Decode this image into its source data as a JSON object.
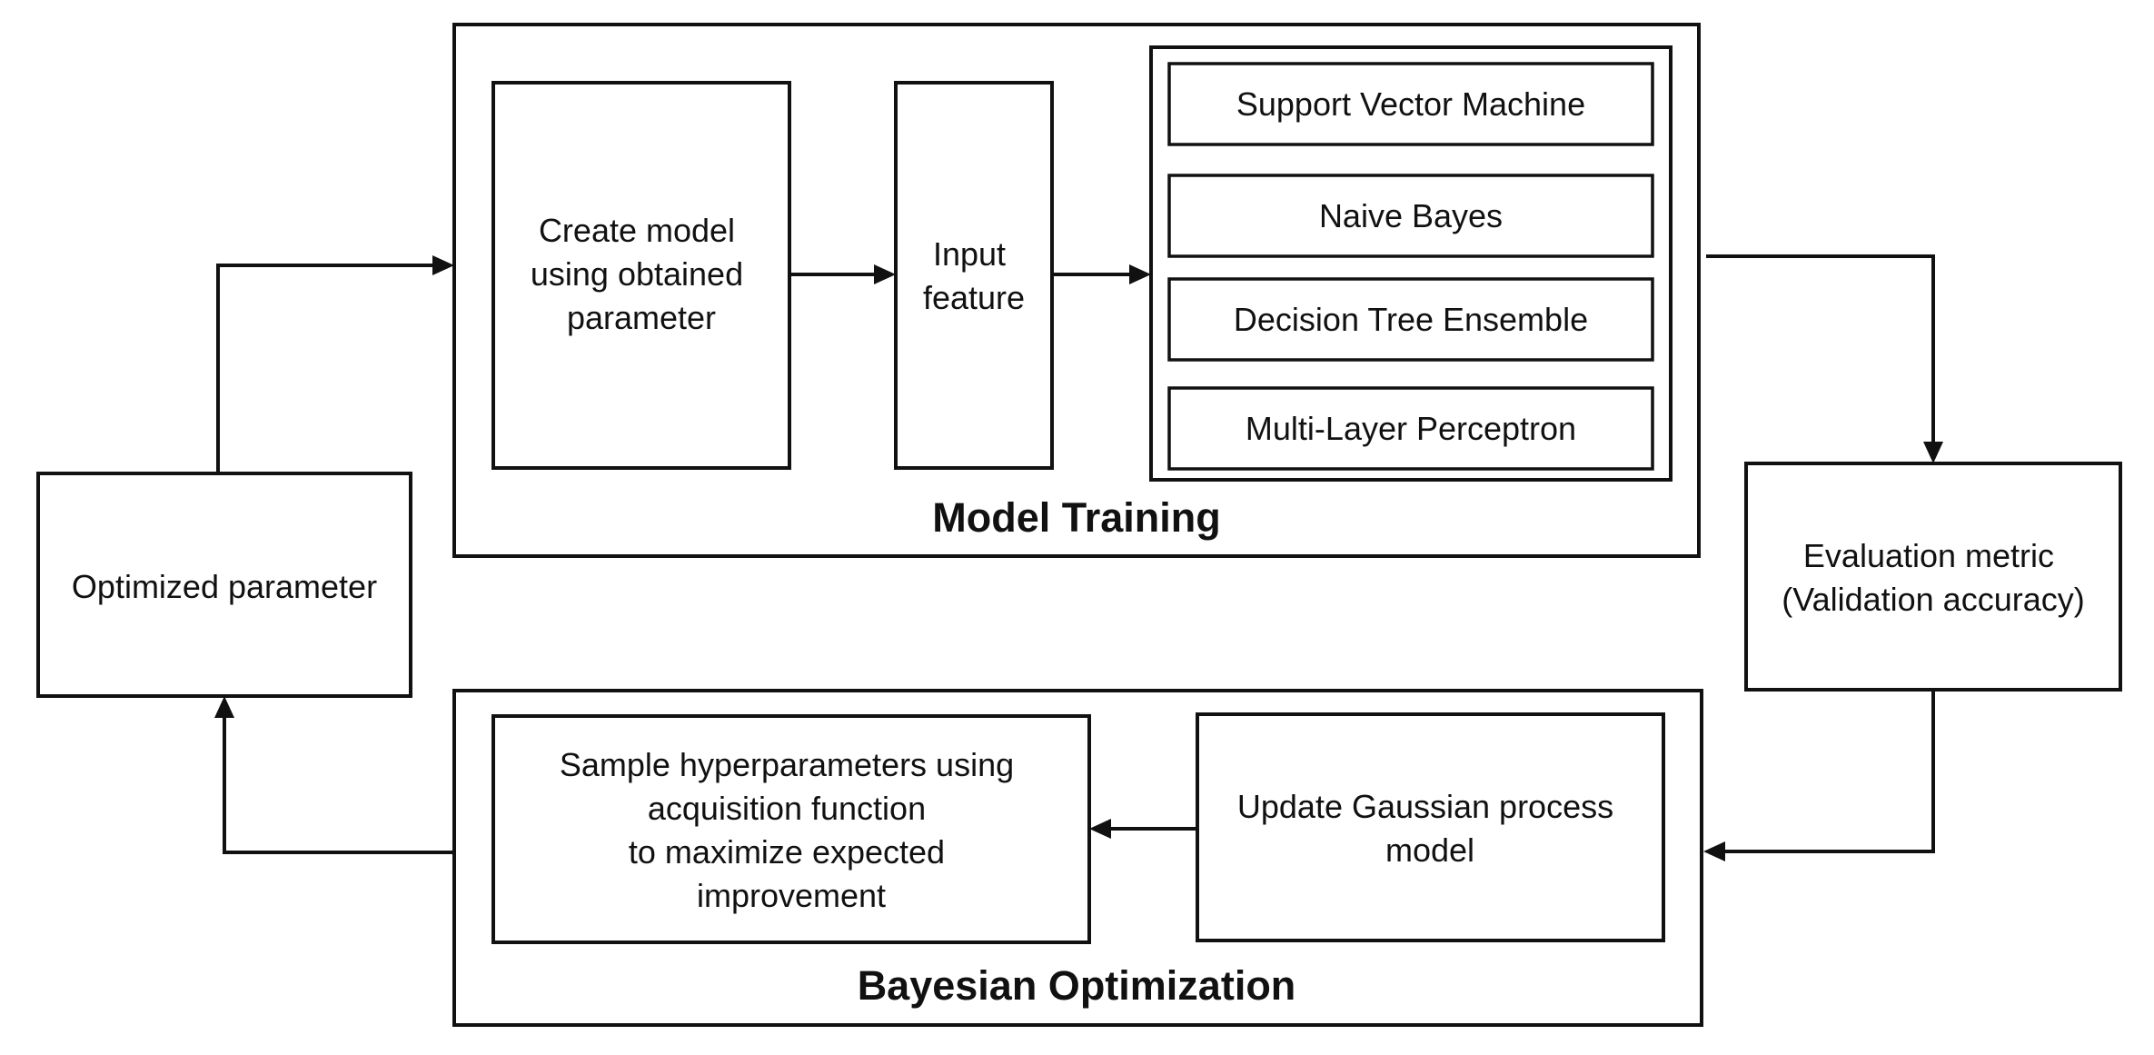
{
  "model_training": {
    "title": "Model Training",
    "create_model": [
      "Create model",
      "using obtained",
      "parameter"
    ],
    "input_feature": [
      "Input",
      "feature"
    ],
    "classifiers": [
      "Support Vector Machine",
      "Naive Bayes",
      "Decision Tree Ensemble",
      "Multi-Layer Perceptron"
    ]
  },
  "evaluation": [
    "Evaluation metric",
    "(Validation accuracy)"
  ],
  "optimized_parameter": "Optimized parameter",
  "bayesian_optimization": {
    "title": "Bayesian Optimization",
    "sample": [
      "Sample hyperparameters using",
      "acquisition function",
      "to maximize expected",
      "improvement"
    ],
    "update": [
      "Update Gaussian process",
      "model"
    ]
  }
}
